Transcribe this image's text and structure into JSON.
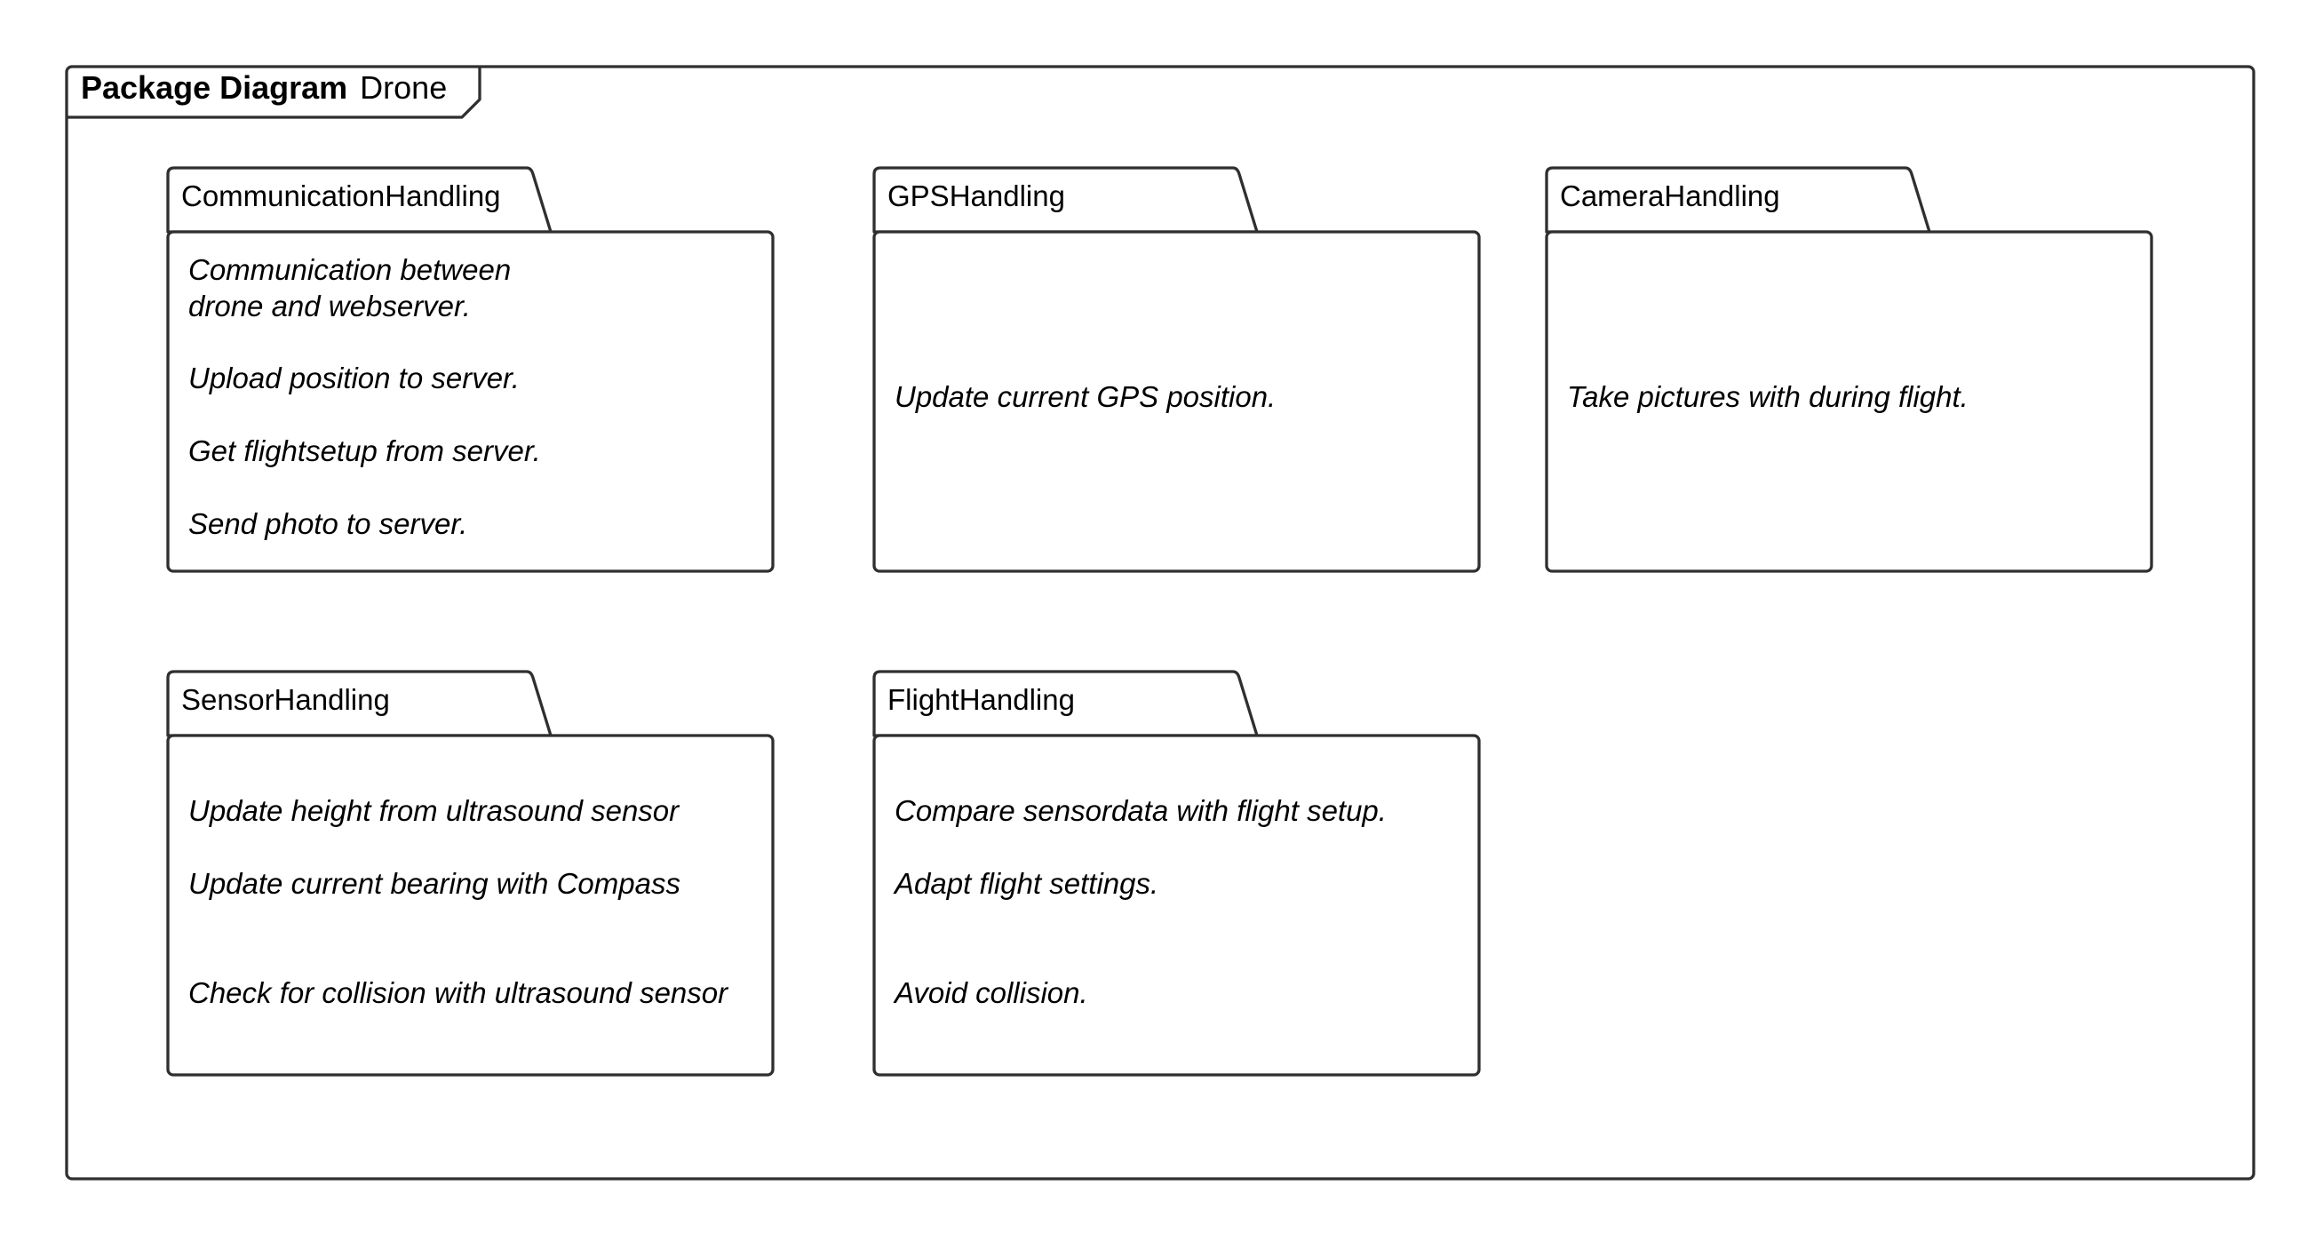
{
  "diagram": {
    "kind_label": "Package Diagram",
    "name": "Drone"
  },
  "packages": [
    {
      "name": "CommunicationHandling",
      "lines": [
        "Communication between",
        "drone and webserver.",
        "",
        "Upload position to server.",
        "",
        "Get flightsetup from server.",
        "",
        "Send photo to server."
      ]
    },
    {
      "name": "GPSHandling",
      "lines": [
        "Update current GPS position."
      ]
    },
    {
      "name": "CameraHandling",
      "lines": [
        "Take pictures with during flight."
      ]
    },
    {
      "name": "SensorHandling",
      "lines": [
        "Update height from ultrasound sensor",
        "",
        "Update current bearing with Compass",
        "",
        "",
        "Check for collision with ultrasound sensor"
      ]
    },
    {
      "name": "FlightHandling",
      "lines": [
        "Compare sensordata with flight setup.",
        "",
        "Adapt flight settings.",
        "",
        "",
        "Avoid collision."
      ]
    }
  ],
  "colors": {
    "stroke": "#2f2f2f",
    "background": "#ffffff",
    "text": "#000000"
  }
}
